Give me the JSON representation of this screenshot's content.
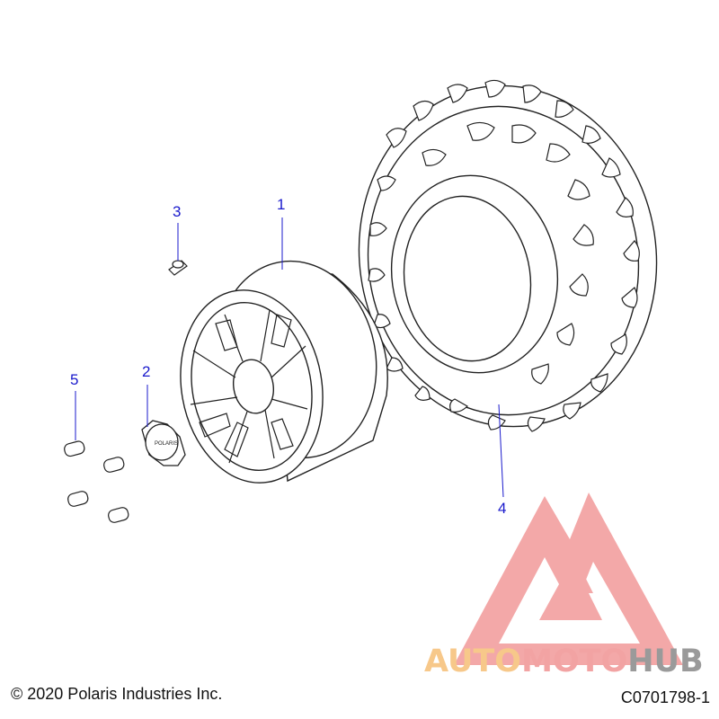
{
  "callouts": [
    {
      "id": "1",
      "label": "1"
    },
    {
      "id": "2",
      "label": "2"
    },
    {
      "id": "3",
      "label": "3"
    },
    {
      "id": "4",
      "label": "4"
    },
    {
      "id": "5",
      "label": "5"
    }
  ],
  "footer": {
    "copyright": "© 2020 Polaris Industries Inc.",
    "figure_code": "C0701798-1"
  },
  "watermark": {
    "part1": "AUTO",
    "part2": "MOTO",
    "part3": "HUB"
  },
  "colors": {
    "callout": "#1a1acc",
    "line_art": "#222222",
    "watermark_red": "#f2a3a3",
    "watermark_orange": "#f7c88a",
    "watermark_gray": "#9a9a9a"
  }
}
